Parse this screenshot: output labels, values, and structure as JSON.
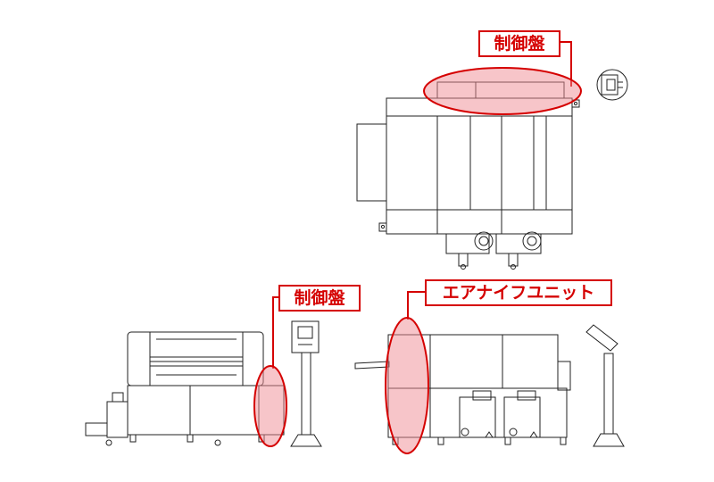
{
  "labels": {
    "top_control_panel": "制御盤",
    "side_control_panel": "制御盤",
    "air_knife_unit": "エアナイフユニット"
  },
  "colors": {
    "callout": "#d50000",
    "highlight_fill": "#f08c94",
    "line": "#222222"
  }
}
